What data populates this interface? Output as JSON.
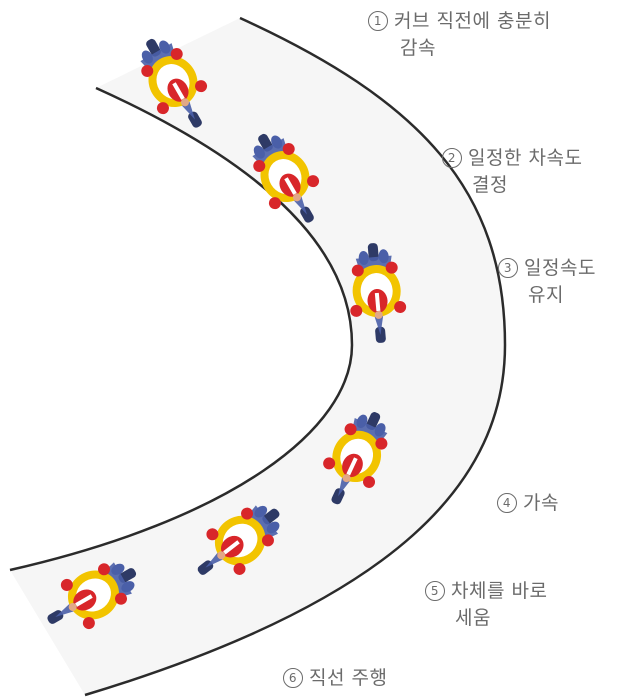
{
  "colors": {
    "road_edge": "#2b2b2b",
    "road_shade": "#eeeeee",
    "text": "#6b6b6b",
    "rider_helmet": "#d8262a",
    "rider_shirt": "#f2c400",
    "rider_suit": "#4a5fa8",
    "rider_skin": "#e2a886"
  },
  "steps": [
    {
      "num": "1",
      "line1": "커브 직전에 충분히",
      "line2": "감속"
    },
    {
      "num": "2",
      "line1": "일정한 차속도",
      "line2": "결정"
    },
    {
      "num": "3",
      "line1": "일정속도",
      "line2": "유지"
    },
    {
      "num": "4",
      "line1": "가속",
      "line2": ""
    },
    {
      "num": "5",
      "line1": "차체를 바로",
      "line2": "세움"
    },
    {
      "num": "6",
      "line1": "직선 주행",
      "line2": ""
    }
  ],
  "riders": [
    {
      "icon": "motorcycle-rider-icon"
    },
    {
      "icon": "motorcycle-rider-icon"
    },
    {
      "icon": "motorcycle-rider-icon"
    },
    {
      "icon": "motorcycle-rider-icon"
    },
    {
      "icon": "motorcycle-rider-icon"
    },
    {
      "icon": "motorcycle-rider-icon"
    }
  ]
}
